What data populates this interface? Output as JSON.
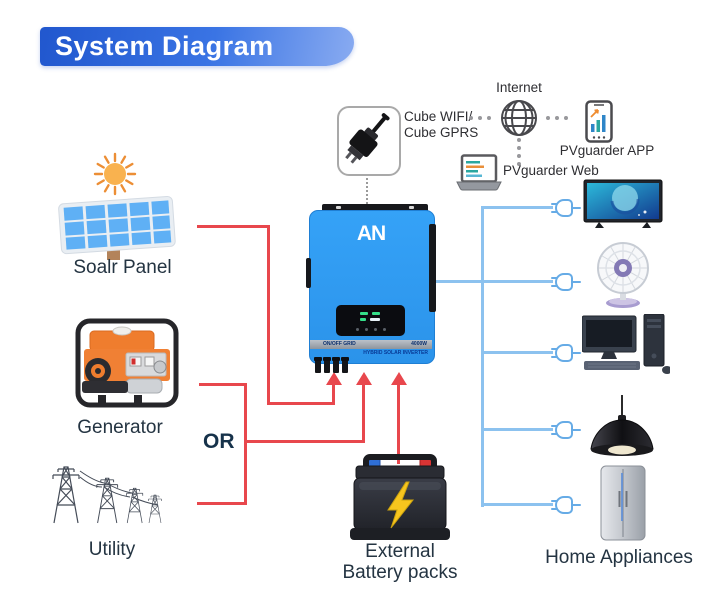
{
  "title": "System Diagram",
  "wires": {
    "input_color": "#e8474d",
    "output_color": "#8cc2ef"
  },
  "sources": {
    "solar": {
      "label": "Soalr Panel",
      "icon": "solar-panel-icon"
    },
    "generator": {
      "label": "Generator",
      "icon": "generator-icon"
    },
    "utility": {
      "label": "Utility",
      "icon": "utility-towers-icon"
    },
    "battery": {
      "label_line1": "External",
      "label_line2": "Battery packs",
      "icon": "battery-icon"
    },
    "or_label": "OR"
  },
  "monitoring": {
    "cube_label_line1": "Cube WIFI/",
    "cube_label_line2": "Cube  GPRS",
    "internet_label": "Internet",
    "app_label": "PVguarder APP",
    "web_label": "PVguarder Web"
  },
  "inverter": {
    "brand": "AN",
    "grid_band_left": "ON/OFF GRID",
    "grid_band_right": "4000W",
    "product_name": "HYBRID SOLAR INVERTER",
    "body_color": "#2f9cf4"
  },
  "appliances": {
    "section_label": "Home Appliances",
    "items": [
      "tv",
      "fan",
      "desktop-computer",
      "pendant-lamp",
      "refrigerator"
    ]
  }
}
